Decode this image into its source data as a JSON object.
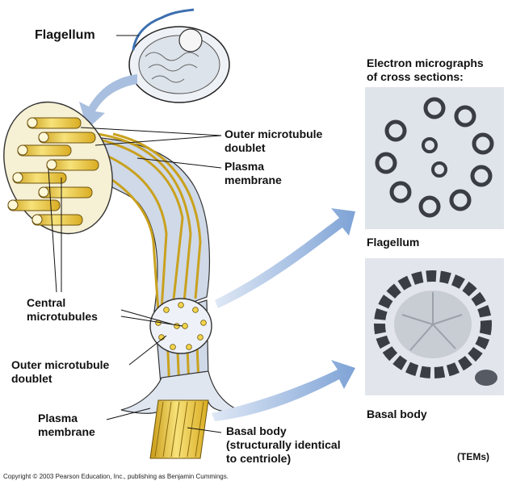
{
  "labels": {
    "flagellum_cell": "Flagellum",
    "outer_doublet_top": [
      "Outer microtubule",
      "doublet"
    ],
    "plasma_membrane_top": [
      "Plasma",
      "membrane"
    ],
    "central_microtubules": [
      "Central",
      "microtubules"
    ],
    "outer_doublet_bottom": [
      "Outer microtubule",
      "doublet"
    ],
    "plasma_membrane_bottom": [
      "Plasma",
      "membrane"
    ],
    "basal_body": [
      "Basal body",
      "(structurally identical",
      "to centriole)"
    ]
  },
  "micrographs": {
    "heading": [
      "Electron micrographs",
      "of cross sections:"
    ],
    "flagellum_caption": "Flagellum",
    "basal_body_caption": "Basal body",
    "tems": "(TEMs)"
  },
  "copyright": "Copyright © 2003 Pearson Education, Inc., publishing as Benjamin Cummings.",
  "colors": {
    "tubule_yellow": "#f2d44a",
    "membrane_blue": "#c9d5e6",
    "arrow_blue": "#8fb0dc",
    "micrograph_bg": "#e4e8ee",
    "micrograph_stain": "#3a3d44"
  }
}
